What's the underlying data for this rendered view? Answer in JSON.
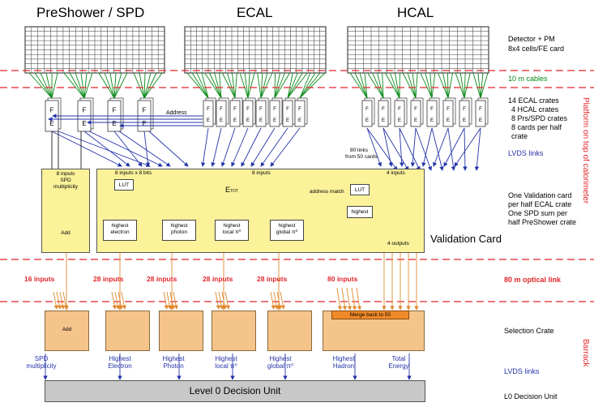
{
  "headers": {
    "preshower": "PreShower / SPD",
    "ecal": "ECAL",
    "hcal": "HCAL"
  },
  "side": {
    "detector_pm": "Detector + PM",
    "cells_card": "8x4 cells/FE card",
    "cables": "10 m cables",
    "crates1": "14 ECAL crates",
    "crates2": "4 HCAL crates",
    "crates3": "8 Prs/SPD crates",
    "crates4": "8 cards per half",
    "crates5": "crate",
    "lvds1": "LVDS links",
    "onevc1": "One Validation card",
    "onevc2": "per half ECAL crate",
    "onevc3": "One SPD sum per",
    "onevc4": "half PreShower crate",
    "validation_card": "Validation Card",
    "optical": "80 m optical link",
    "selection_crate": "Selection Crate",
    "lvds2": "LVDS links",
    "l0du": "L0 Decision Unit",
    "platform": "Platform on top of calorimeter",
    "barrack": "Barrack"
  },
  "fe": {
    "label_f": "F",
    "label_e": "E",
    "address": "Address"
  },
  "links80": {
    "l1": "80 links",
    "l2": "from 50 cards"
  },
  "vc": {
    "spd_inputs1": "8 inputs",
    "spd_inputs2": "SPD",
    "spd_inputs3": "multiplicity",
    "add": "Add",
    "inputs_bits": "8 inputs x 8 bits",
    "inputs8": "8 inputs",
    "inputs4": "4 inputs",
    "lut": "LUT",
    "etot": "E",
    "etot_sub": "TOT",
    "address_match": "address match",
    "highest": "highest",
    "outputs4": "4 outputs",
    "boxes": [
      {
        "l1": "highest",
        "l2": "electron"
      },
      {
        "l1": "highest",
        "l2": "photon"
      },
      {
        "l1": "highest",
        "l2": "local π⁰"
      },
      {
        "l1": "highest",
        "l2": "global π⁰"
      }
    ]
  },
  "optical_inputs": [
    "16 inputs",
    "28 inputs",
    "28 inputs",
    "28 inputs",
    "28 inputs",
    "80 inputs"
  ],
  "selection": {
    "add": "Add",
    "merge": "Merge back to 50"
  },
  "outputs": [
    {
      "l1": "SPD",
      "l2": "multiplicity"
    },
    {
      "l1": "Highest",
      "l2": "Electron"
    },
    {
      "l1": "Highest",
      "l2": "Photon"
    },
    {
      "l1": "Highest",
      "l2": "local π⁰"
    },
    {
      "l1": "Highest",
      "l2": "global π⁰"
    },
    {
      "l1": "Highest",
      "l2": "Hadron"
    },
    {
      "l1": "Total",
      "l2": "Energy"
    }
  ],
  "l0du_box": "Level 0 Decision Unit",
  "colors": {
    "green": "#0a8a18",
    "blue": "#2433a8",
    "red": "#e0252a",
    "yellow": "#fbf29a",
    "orange": "#f5c48a",
    "gray": "#c8c8c8"
  }
}
